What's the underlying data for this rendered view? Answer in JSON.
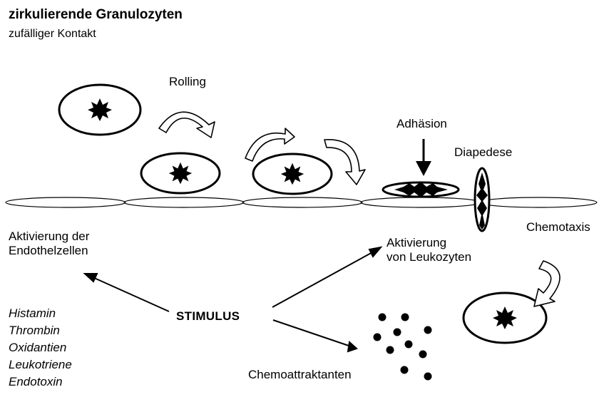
{
  "title": "zirkulierende Granulozyten",
  "subtitle": "zufälliger Kontakt",
  "labels": {
    "rolling": "Rolling",
    "adhesion": "Adhäsion",
    "diapedesis": "Diapedese",
    "chemotaxis": "Chemotaxis",
    "endothelial_activation": [
      "Aktivierung der",
      "Endothelzellen"
    ],
    "leukocyte_activation": [
      "Aktivierung",
      "von Leukozyten"
    ],
    "stimulus": "STIMULUS",
    "chemoattractants": "Chemoattraktanten"
  },
  "stimuli": [
    "Histamin",
    "Thrombin",
    "Oxidantien",
    "Leukotriene",
    "Endotoxin"
  ]
}
